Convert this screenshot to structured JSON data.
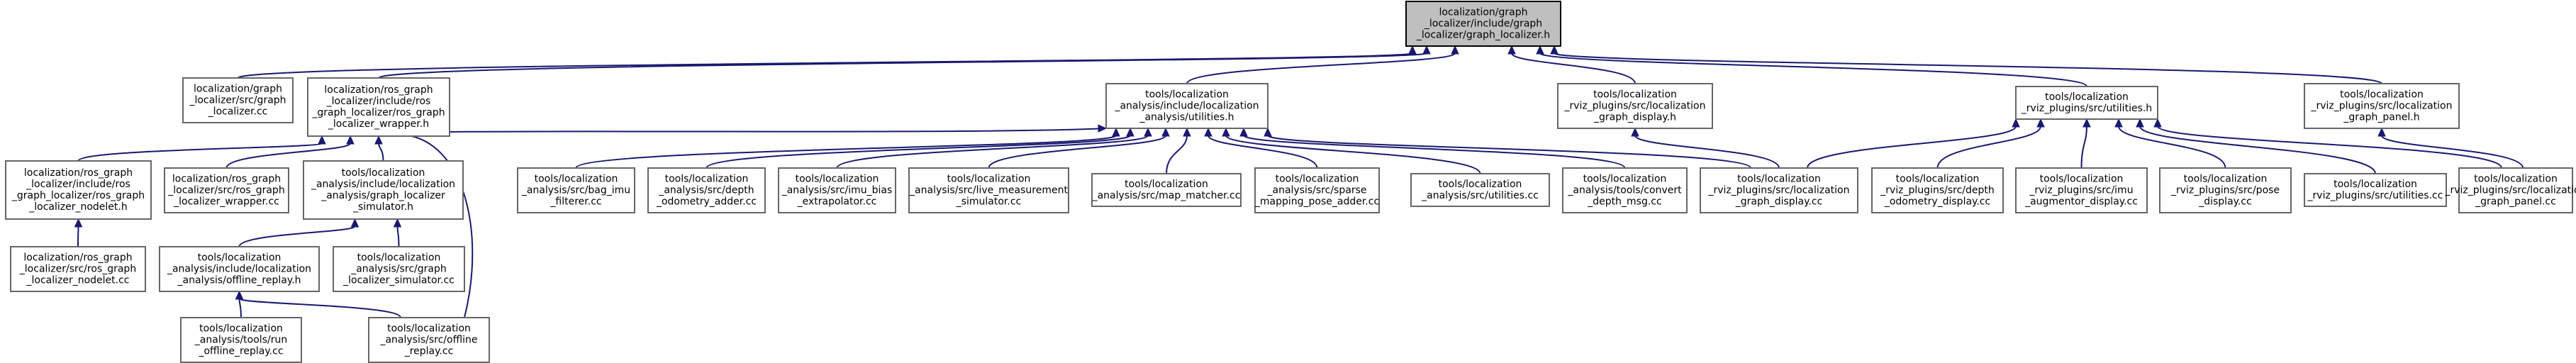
{
  "diagram": {
    "colors": {
      "edge": "#191970",
      "root_fill": "#bfbfbf",
      "box_stroke": "#666666"
    },
    "nodes": [
      {
        "id": "root",
        "lines": [
          "localization/graph",
          "_localizer/include/graph",
          "_localizer/graph_localizer.h"
        ]
      },
      {
        "id": "graph_localizer_cc",
        "lines": [
          "localization/graph",
          "_localizer/src/graph",
          "_localizer.cc"
        ]
      },
      {
        "id": "ros_wrapper_h",
        "lines": [
          "localization/ros_graph",
          "_localizer/include/ros",
          "_graph_localizer/ros_graph",
          "_localizer_wrapper.h"
        ]
      },
      {
        "id": "loc_utilities_h",
        "lines": [
          "tools/localization",
          "_analysis/include/localization",
          "_analysis/utilities.h"
        ]
      },
      {
        "id": "graph_display_h",
        "lines": [
          "tools/localization",
          "_rviz_plugins/src/localization",
          "_graph_display.h"
        ]
      },
      {
        "id": "rviz_utilities_h",
        "lines": [
          "tools/localization",
          "_rviz_plugins/src/utilities.h"
        ]
      },
      {
        "id": "graph_panel_h",
        "lines": [
          "tools/localization",
          "_rviz_plugins/src/localization",
          "_graph_panel.h"
        ]
      },
      {
        "id": "nodelet_h",
        "lines": [
          "localization/ros_graph",
          "_localizer/include/ros",
          "_graph_localizer/ros_graph",
          "_localizer_nodelet.h"
        ]
      },
      {
        "id": "wrapper_cc",
        "lines": [
          "localization/ros_graph",
          "_localizer/src/ros_graph",
          "_localizer_wrapper.cc"
        ]
      },
      {
        "id": "simulator_h",
        "lines": [
          "tools/localization",
          "_analysis/include/localization",
          "_analysis/graph_localizer",
          "_simulator.h"
        ]
      },
      {
        "id": "bag_imu_filterer",
        "lines": [
          "tools/localization",
          "_analysis/src/bag_imu",
          "_filterer.cc"
        ]
      },
      {
        "id": "depth_odometry_adder",
        "lines": [
          "tools/localization",
          "_analysis/src/depth",
          "_odometry_adder.cc"
        ]
      },
      {
        "id": "imu_bias_extrapolator",
        "lines": [
          "tools/localization",
          "_analysis/src/imu_bias",
          "_extrapolator.cc"
        ]
      },
      {
        "id": "live_measurement_simulator",
        "lines": [
          "tools/localization",
          "_analysis/src/live_measurement",
          "_simulator.cc"
        ]
      },
      {
        "id": "map_matcher",
        "lines": [
          "tools/localization",
          "_analysis/src/map_matcher.cc"
        ]
      },
      {
        "id": "sparse_mapping_pose_adder",
        "lines": [
          "tools/localization",
          "_analysis/src/sparse",
          "_mapping_pose_adder.cc"
        ]
      },
      {
        "id": "analysis_utilities_cc",
        "lines": [
          "tools/localization",
          "_analysis/src/utilities.cc"
        ]
      },
      {
        "id": "convert_depth_msg",
        "lines": [
          "tools/localization",
          "_analysis/tools/convert",
          "_depth_msg.cc"
        ]
      },
      {
        "id": "graph_display_cc",
        "lines": [
          "tools/localization",
          "_rviz_plugins/src/localization",
          "_graph_display.cc"
        ]
      },
      {
        "id": "depth_odometry_display",
        "lines": [
          "tools/localization",
          "_rviz_plugins/src/depth",
          "_odometry_display.cc"
        ]
      },
      {
        "id": "imu_augmentor_display",
        "lines": [
          "tools/localization",
          "_rviz_plugins/src/imu",
          "_augmentor_display.cc"
        ]
      },
      {
        "id": "pose_display",
        "lines": [
          "tools/localization",
          "_rviz_plugins/src/pose",
          "_display.cc"
        ]
      },
      {
        "id": "rviz_utilities_cc",
        "lines": [
          "tools/localization",
          "_rviz_plugins/src/utilities.cc"
        ]
      },
      {
        "id": "graph_panel_cc",
        "lines": [
          "tools/localization",
          "_rviz_plugins/src/localization",
          "_graph_panel.cc"
        ]
      },
      {
        "id": "nodelet_cc",
        "lines": [
          "localization/ros_graph",
          "_localizer/src/ros_graph",
          "_localizer_nodelet.cc"
        ]
      },
      {
        "id": "offline_replay_h",
        "lines": [
          "tools/localization",
          "_analysis/include/localization",
          "_analysis/offline_replay.h"
        ]
      },
      {
        "id": "graph_localizer_simulator_cc",
        "lines": [
          "tools/localization",
          "_analysis/src/graph",
          "_localizer_simulator.cc"
        ]
      },
      {
        "id": "run_offline_replay",
        "lines": [
          "tools/localization",
          "_analysis/tools/run",
          "_offline_replay.cc"
        ]
      },
      {
        "id": "offline_replay_cc",
        "lines": [
          "tools/localization",
          "_analysis/src/offline",
          "_replay.cc"
        ]
      }
    ],
    "edges": [
      {
        "from": "graph_localizer_cc",
        "to": "root"
      },
      {
        "from": "ros_wrapper_h",
        "to": "root"
      },
      {
        "from": "loc_utilities_h",
        "to": "root"
      },
      {
        "from": "graph_display_h",
        "to": "root"
      },
      {
        "from": "rviz_utilities_h",
        "to": "root"
      },
      {
        "from": "graph_panel_h",
        "to": "root"
      },
      {
        "from": "nodelet_h",
        "to": "ros_wrapper_h"
      },
      {
        "from": "wrapper_cc",
        "to": "ros_wrapper_h"
      },
      {
        "from": "simulator_h",
        "to": "ros_wrapper_h"
      },
      {
        "from": "nodelet_cc",
        "to": "nodelet_h"
      },
      {
        "from": "offline_replay_h",
        "to": "simulator_h"
      },
      {
        "from": "graph_localizer_simulator_cc",
        "to": "simulator_h"
      },
      {
        "from": "run_offline_replay",
        "to": "offline_replay_h"
      },
      {
        "from": "offline_replay_cc",
        "to": "offline_replay_h"
      },
      {
        "from": "offline_replay_cc",
        "to": "loc_utilities_h"
      },
      {
        "from": "bag_imu_filterer",
        "to": "loc_utilities_h"
      },
      {
        "from": "depth_odometry_adder",
        "to": "loc_utilities_h"
      },
      {
        "from": "imu_bias_extrapolator",
        "to": "loc_utilities_h"
      },
      {
        "from": "live_measurement_simulator",
        "to": "loc_utilities_h"
      },
      {
        "from": "map_matcher",
        "to": "loc_utilities_h"
      },
      {
        "from": "sparse_mapping_pose_adder",
        "to": "loc_utilities_h"
      },
      {
        "from": "analysis_utilities_cc",
        "to": "loc_utilities_h"
      },
      {
        "from": "convert_depth_msg",
        "to": "loc_utilities_h"
      },
      {
        "from": "graph_display_cc",
        "to": "loc_utilities_h"
      },
      {
        "from": "graph_display_cc",
        "to": "graph_display_h"
      },
      {
        "from": "graph_display_cc",
        "to": "rviz_utilities_h"
      },
      {
        "from": "depth_odometry_display",
        "to": "rviz_utilities_h"
      },
      {
        "from": "imu_augmentor_display",
        "to": "rviz_utilities_h"
      },
      {
        "from": "pose_display",
        "to": "rviz_utilities_h"
      },
      {
        "from": "rviz_utilities_cc",
        "to": "rviz_utilities_h"
      },
      {
        "from": "graph_panel_cc",
        "to": "rviz_utilities_h"
      },
      {
        "from": "graph_panel_cc",
        "to": "graph_panel_h"
      }
    ]
  }
}
